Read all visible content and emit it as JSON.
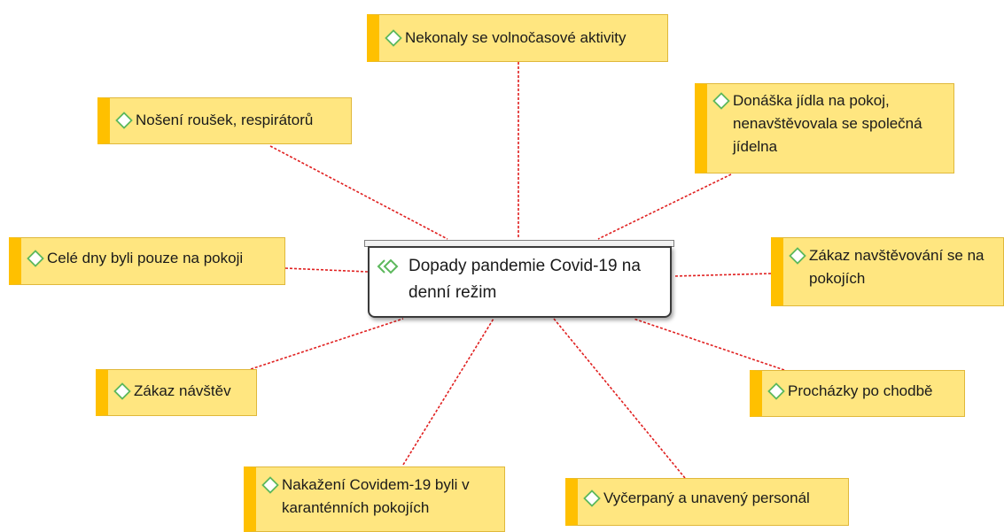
{
  "central_topic": {
    "text": "Dopady pandemie Covid-19 na denní režim"
  },
  "topics": [
    {
      "id": "volnocas",
      "text": "Nekonaly se volnočasové aktivity"
    },
    {
      "id": "rousky",
      "text": "Nošení roušek, respirátorů"
    },
    {
      "id": "jidlo",
      "text": "Donáška jídla na pokoj, nenavštěvovala se společná jídelna"
    },
    {
      "id": "pokoje",
      "text": "Celé dny byli pouze na pokoji"
    },
    {
      "id": "zakaz-navstevovani",
      "text": "Zákaz navštěvování se na pokojích"
    },
    {
      "id": "zakaz-navstev",
      "text": "Zákaz návštěv"
    },
    {
      "id": "prochazky",
      "text": "Procházky po chodbě"
    },
    {
      "id": "nakazeni",
      "text": "Nakažení Covidem-19 byli v karanténních pokojích"
    },
    {
      "id": "personal",
      "text": "Vyčerpaný a unavený personál"
    }
  ],
  "colors": {
    "topic_fill": "#ffe680",
    "topic_accent": "#ffc000",
    "connector": "#e02020",
    "icon_green": "#5cb85c"
  },
  "icons": {
    "topic": "diamond-outline-icon",
    "central": "double-chevron-icon"
  }
}
